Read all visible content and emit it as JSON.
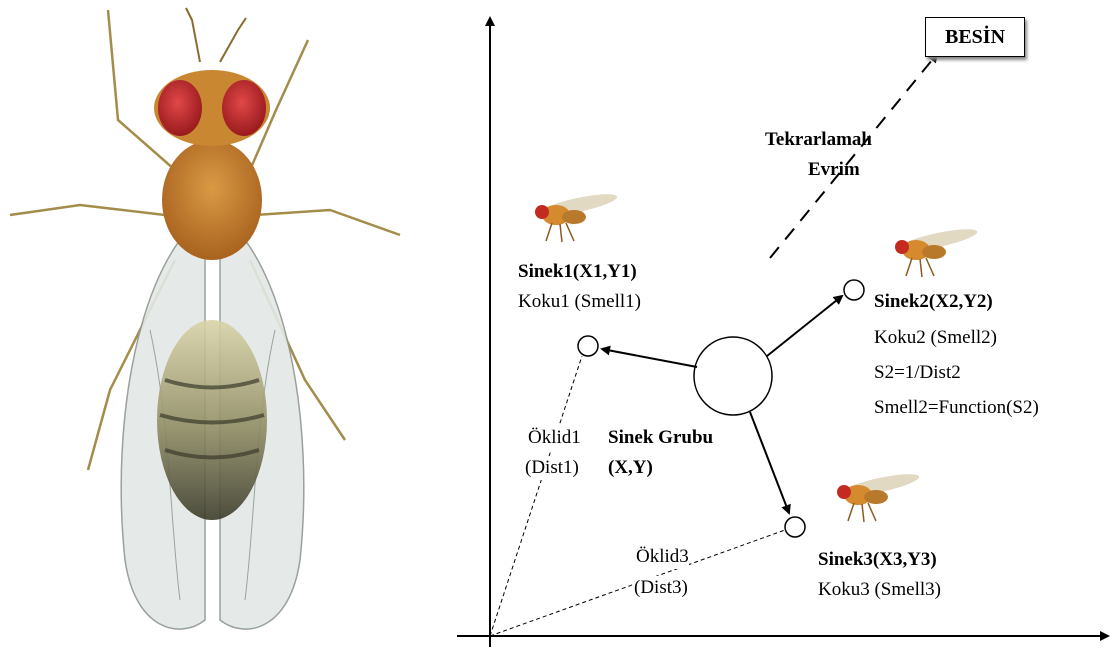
{
  "food": "BESİN",
  "evolution": {
    "line1": "Tekrarlamalı",
    "line2": "Evrim"
  },
  "swarm": {
    "name": "Sinek Grubu",
    "coords": "(X,Y)"
  },
  "fly1": {
    "name": "Sinek1(X1,Y1)",
    "smell": "Koku1 (Smell1)"
  },
  "fly2": {
    "name": "Sinek2(X2,Y2)",
    "smell": "Koku2 (Smell2)",
    "s": "S2=1/Dist2",
    "func": "Smell2=Function(S2)"
  },
  "fly3": {
    "name": "Sinek3(X3,Y3)",
    "smell": "Koku3 (Smell3)"
  },
  "dist1": {
    "name": "Öklid1",
    "label": "(Dist1)"
  },
  "dist3": {
    "name": "Öklid3",
    "label": "(Dist3)"
  },
  "colors": {
    "fly_body": "#c8832f",
    "fly_eye": "#c8202a",
    "wing": "#dfe5e4"
  }
}
